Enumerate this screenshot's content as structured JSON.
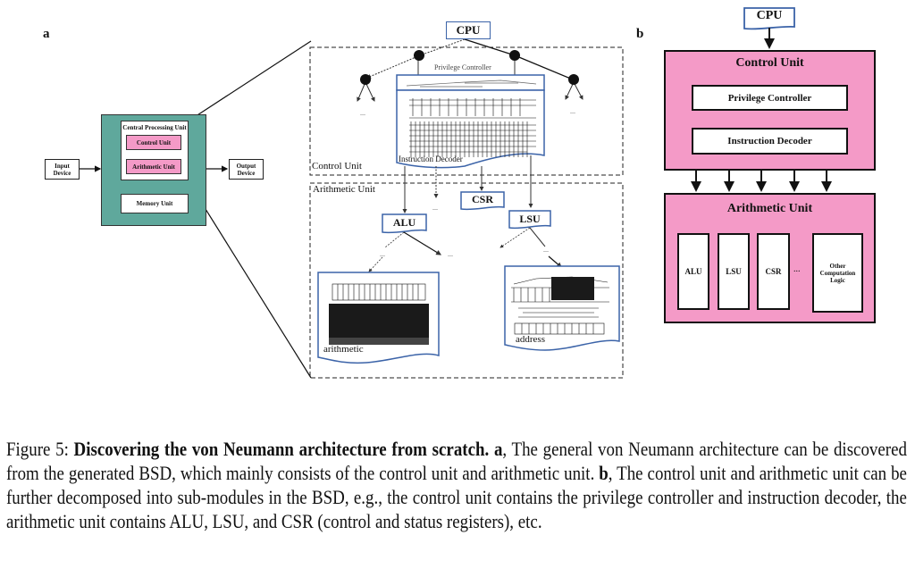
{
  "panel_a": {
    "label": "a",
    "input_device": "Input\nDevice",
    "output_device": "Output\nDevice",
    "cpu_title": "Central Processing Unit",
    "control_unit": "Control Unit",
    "arithmetic_unit": "Arithmetic Unit",
    "memory_unit": "Memory Unit",
    "zoom": {
      "cpu": "CPU",
      "privilege_controller": "Privilege Controller",
      "instruction_decoder": "Instruction Decoder",
      "control_unit_region": "Control Unit",
      "arithmetic_unit_region": "Arithmetic Unit",
      "alu": "ALU",
      "csr": "CSR",
      "lsu": "LSU",
      "arithmetic_leaf": "arithmetic",
      "address_leaf": "address",
      "ellipsis": "..."
    }
  },
  "panel_b": {
    "label": "b",
    "cpu": "CPU",
    "control_unit": "Control Unit",
    "privilege_controller": "Privilege Controller",
    "instruction_decoder": "Instruction Decoder",
    "arithmetic_unit": "Arithmetic Unit",
    "modules": [
      "ALU",
      "LSU",
      "CSR"
    ],
    "ellipsis": "...",
    "other": "Other Computation Logic"
  },
  "colors": {
    "teal": "#5fa89c",
    "pink": "#f49ac7",
    "blue": "#3b63a8"
  },
  "caption": {
    "prefix": "Figure 5: ",
    "title": "Discovering the von Neumann architecture from scratch.",
    "a_label": " a",
    "a_text": ", The general von Neumann architecture can be discovered from the generated BSD, which mainly consists of the control unit and arithmetic unit. ",
    "b_label": "b",
    "b_text": ", The control unit and arithmetic unit can be further decomposed into sub-modules in the BSD, e.g., the control unit contains the privilege controller and instruction decoder, the arithmetic unit contains ALU, LSU, and CSR (control and status registers), etc."
  }
}
